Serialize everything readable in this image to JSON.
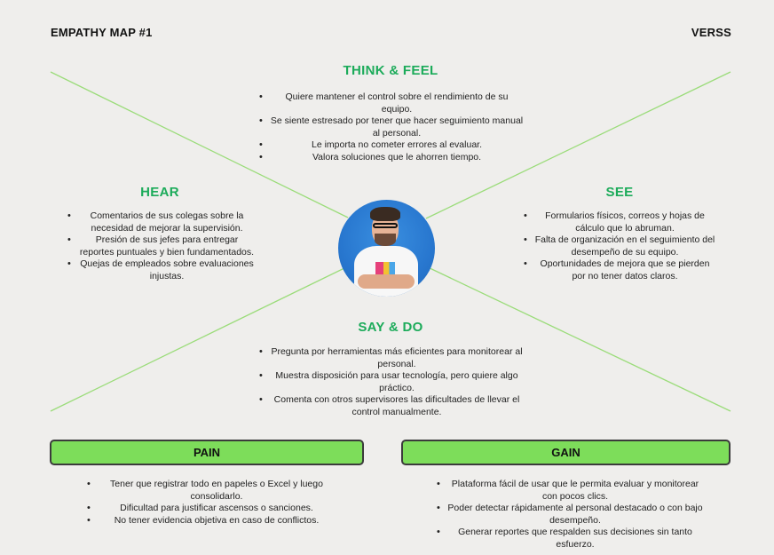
{
  "header": {
    "left_title": "EMPATHY MAP #1",
    "right_title": "VERSS"
  },
  "colors": {
    "section_title": "#1cab5a",
    "lines": "#9bdc7a",
    "bar_fill": "#7ddd5a",
    "background": "#efeeec"
  },
  "think_feel": {
    "title": "THINK & FEEL",
    "items": [
      "Quiere mantener el control sobre el rendimiento de su equipo.",
      "Se siente estresado por tener que hacer seguimiento manual al personal.",
      "Le importa no cometer errores al evaluar.",
      "Valora soluciones que le ahorren tiempo."
    ]
  },
  "hear": {
    "title": "HEAR",
    "items": [
      "Comentarios de sus colegas sobre la necesidad de mejorar la supervisión.",
      "Presión de sus jefes para entregar reportes puntuales y bien fundamentados.",
      "Quejas de empleados sobre evaluaciones injustas."
    ]
  },
  "see": {
    "title": "SEE",
    "items": [
      "Formularios físicos, correos y hojas de cálculo que lo abruman.",
      "Falta de organización en el seguimiento del desempeño de su equipo.",
      "Oportunidades de mejora que se pierden por no tener datos claros."
    ]
  },
  "say_do": {
    "title": "SAY & DO",
    "items": [
      "Pregunta por herramientas más eficientes para monitorear al personal.",
      "Muestra disposición para usar tecnología, pero quiere algo práctico.",
      "Comenta con otros supervisores las dificultades de llevar el control manualmente."
    ]
  },
  "pain": {
    "title": "PAIN",
    "items": [
      "Tener que registrar todo en papeles o Excel y luego consolidarlo.",
      "Dificultad para justificar ascensos o sanciones.",
      "No tener evidencia objetiva en caso de conflictos."
    ]
  },
  "gain": {
    "title": "GAIN",
    "items": [
      "Plataforma fácil de usar que le permita evaluar y monitorear con pocos clics.",
      "Poder detectar rápidamente al personal destacado o con bajo desempeño.",
      "Generar reportes que respalden sus decisiones sin tanto esfuerzo."
    ]
  }
}
